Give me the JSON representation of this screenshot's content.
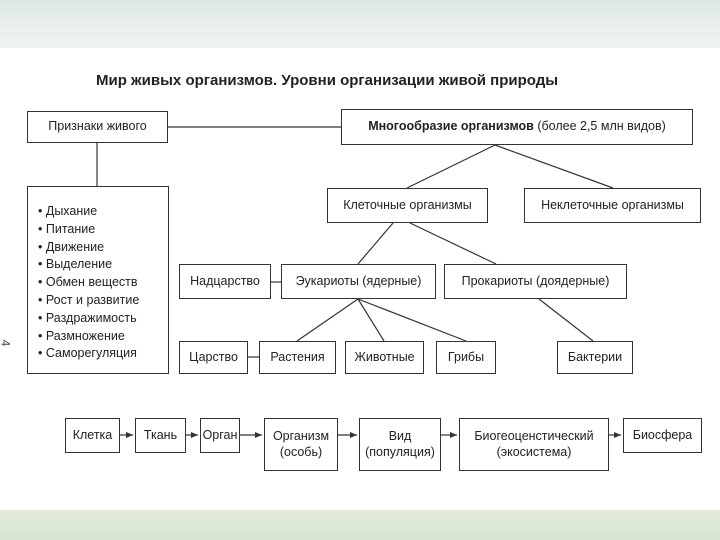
{
  "title": "Мир живых организмов. Уровни организации живой природы",
  "page_number": "4",
  "nodes": {
    "signs": "Признаки живого",
    "diversity_main": "Многообразие организмов",
    "diversity_rest": " (более 2,5 млн видов)",
    "cellular": "Клеточные организмы",
    "noncellular": "Неклеточные организмы",
    "superkingdom": "Надцарство",
    "eukaryotes": "Эукариоты (ядерные)",
    "prokaryotes": "Прокариоты (доядерные)",
    "kingdom": "Царство",
    "plants": "Растения",
    "animals": "Животные",
    "fungi": "Грибы",
    "bacteria": "Бактерии"
  },
  "signs_list": [
    "Дыхание",
    "Питание",
    "Движение",
    "Выделение",
    "Обмен веществ",
    "Рост и развитие",
    "Раздражимость",
    "Размножение",
    "Саморегуляция"
  ],
  "levels": [
    {
      "line1": "Клетка",
      "line2": ""
    },
    {
      "line1": "Ткань",
      "line2": ""
    },
    {
      "line1": "Орган",
      "line2": ""
    },
    {
      "line1": "Организм",
      "line2": "(особь)"
    },
    {
      "line1": "Вид",
      "line2": "(популяция)"
    },
    {
      "line1": "Биогеоценстический",
      "line2": "(экосистема)"
    },
    {
      "line1": "Биосфера",
      "line2": ""
    }
  ]
}
